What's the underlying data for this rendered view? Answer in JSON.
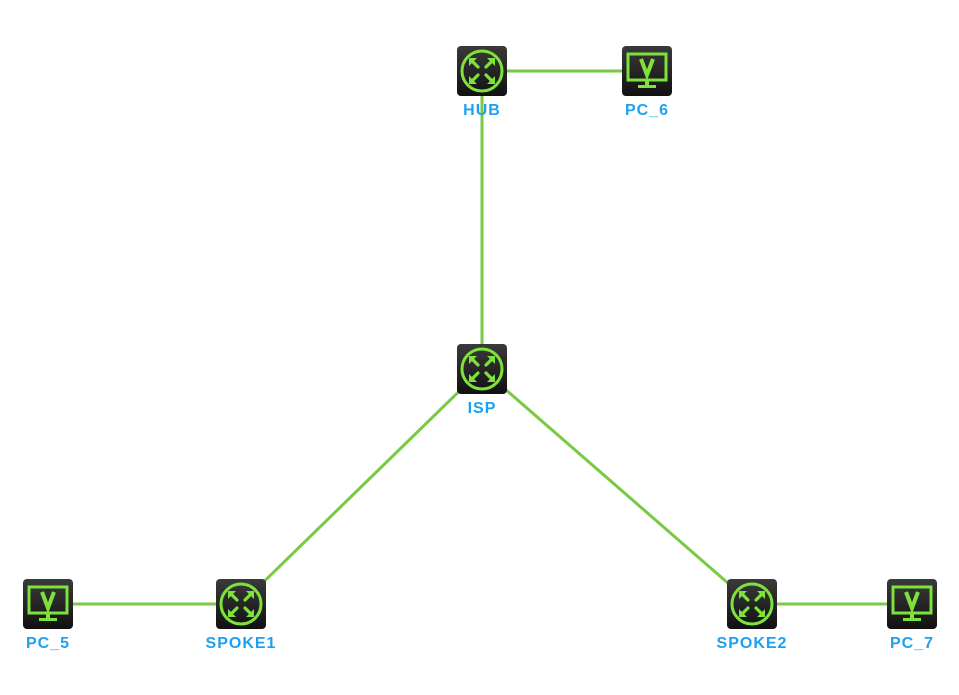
{
  "colors": {
    "link": "#7ac943",
    "label": "#1ea0f0",
    "icon_accent": "#7ee23a"
  },
  "nodes": {
    "hub": {
      "label": "HUB",
      "type": "router"
    },
    "pc6": {
      "label": "PC_6",
      "type": "pc"
    },
    "isp": {
      "label": "ISP",
      "type": "router"
    },
    "spoke1": {
      "label": "SPOKE1",
      "type": "router"
    },
    "spoke2": {
      "label": "SPOKE2",
      "type": "router"
    },
    "pc5": {
      "label": "PC_5",
      "type": "pc"
    },
    "pc7": {
      "label": "PC_7",
      "type": "pc"
    }
  },
  "links": [
    [
      "hub",
      "pc6"
    ],
    [
      "hub",
      "isp"
    ],
    [
      "isp",
      "spoke1"
    ],
    [
      "isp",
      "spoke2"
    ],
    [
      "spoke1",
      "pc5"
    ],
    [
      "spoke2",
      "pc7"
    ]
  ]
}
